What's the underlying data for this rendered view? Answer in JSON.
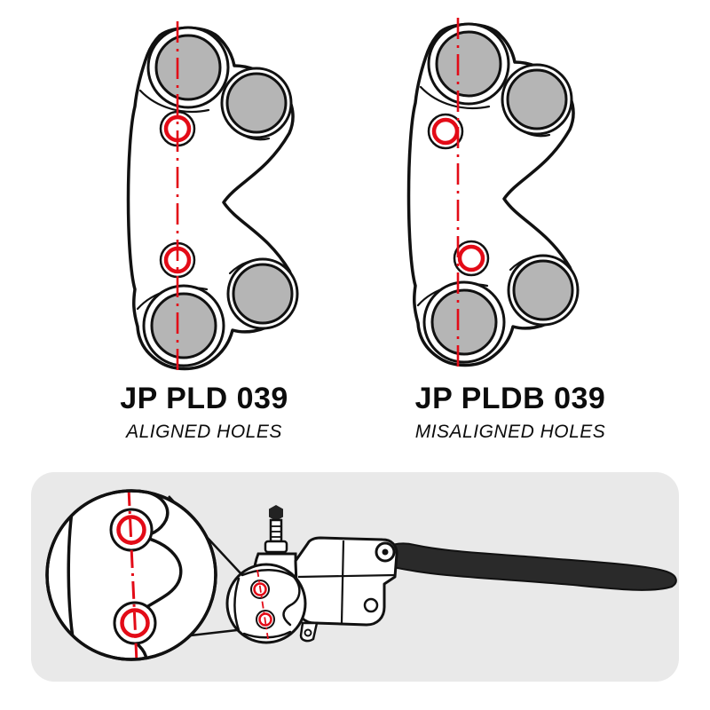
{
  "figures": {
    "left": {
      "title": "JP PLD 039",
      "subtitle": "ALIGNED HOLES"
    },
    "right": {
      "title": "JP PLDB 039",
      "subtitle": "MISALIGNED HOLES"
    }
  },
  "colors": {
    "accent_red": "#e30b17",
    "hole_gray": "#b5b5b5",
    "panel_gray": "#e9e9e9",
    "outline_black": "#111111",
    "lever_black": "#2a2a2a"
  }
}
